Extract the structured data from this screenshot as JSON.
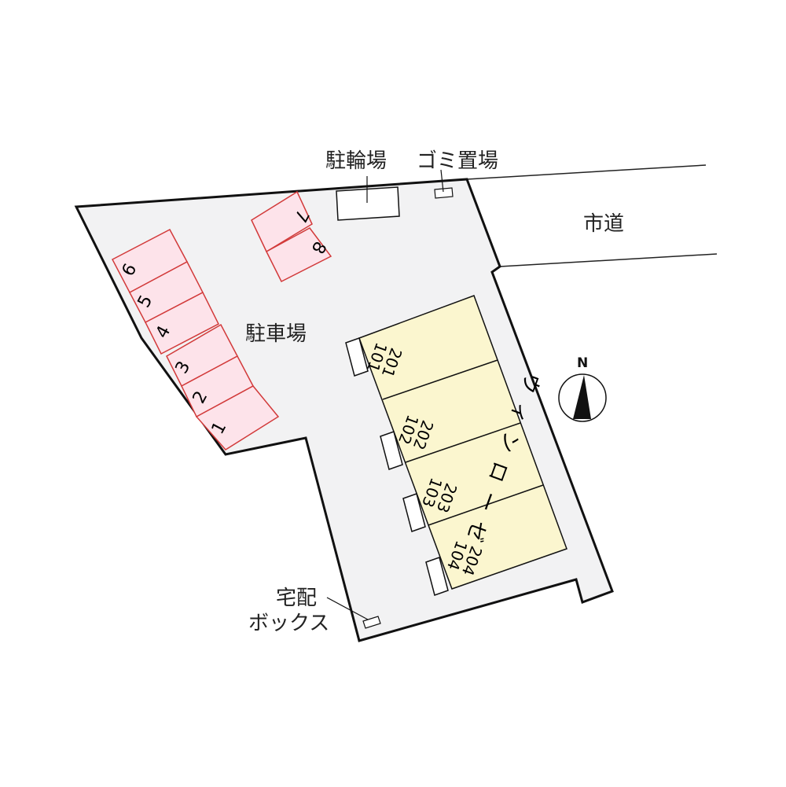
{
  "labels": {
    "bicycle_parking": "駐輪場",
    "garbage": "ゴミ置場",
    "city_road": "市道",
    "parking_lot": "駐車場",
    "delivery_box_1": "宅配",
    "delivery_box_2": "ボックス",
    "building_name": "ウィンローゼ",
    "north": "N"
  },
  "parking_spaces": [
    "1",
    "2",
    "3",
    "4",
    "5",
    "6",
    "7",
    "8"
  ],
  "units": [
    {
      "upper": "201",
      "lower": "101"
    },
    {
      "upper": "202",
      "lower": "102"
    },
    {
      "upper": "203",
      "lower": "103"
    },
    {
      "upper": "204",
      "lower": "104"
    }
  ],
  "colors": {
    "lot_fill": "#f2f2f3",
    "parking_fill": "#fde3ea",
    "parking_stroke": "#d23a3a",
    "building_fill": "#fbf6cf",
    "outline": "#111111"
  }
}
